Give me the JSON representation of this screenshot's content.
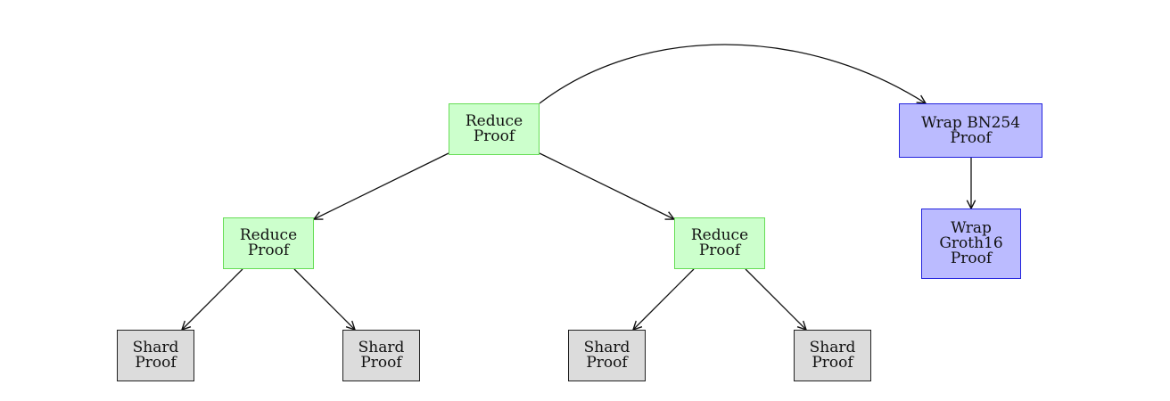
{
  "nodes": {
    "root_reduce": {
      "line1": "Reduce",
      "line2": "Proof"
    },
    "left_reduce": {
      "line1": "Reduce",
      "line2": "Proof"
    },
    "right_reduce": {
      "line1": "Reduce",
      "line2": "Proof"
    },
    "shard_1": {
      "line1": "Shard",
      "line2": "Proof"
    },
    "shard_2": {
      "line1": "Shard",
      "line2": "Proof"
    },
    "shard_3": {
      "line1": "Shard",
      "line2": "Proof"
    },
    "shard_4": {
      "line1": "Shard",
      "line2": "Proof"
    },
    "wrap_bn254": {
      "line1": "Wrap BN254",
      "line2": "Proof"
    },
    "wrap_groth16": {
      "line1": "Wrap",
      "line2": "Groth16",
      "line3": "Proof"
    }
  },
  "edges": [
    {
      "from": "root_reduce",
      "to": "left_reduce"
    },
    {
      "from": "root_reduce",
      "to": "right_reduce"
    },
    {
      "from": "left_reduce",
      "to": "shard_1"
    },
    {
      "from": "left_reduce",
      "to": "shard_2"
    },
    {
      "from": "right_reduce",
      "to": "shard_3"
    },
    {
      "from": "right_reduce",
      "to": "shard_4"
    },
    {
      "from": "root_reduce",
      "to": "wrap_bn254"
    },
    {
      "from": "wrap_bn254",
      "to": "wrap_groth16"
    }
  ],
  "colors": {
    "reduce_fill": "#ccffcc",
    "reduce_border": "#66dd55",
    "shard_fill": "#dcdcdc",
    "shard_border": "#222222",
    "wrap_fill": "#bbbbff",
    "wrap_border": "#2222dd",
    "edge": "#111111"
  }
}
